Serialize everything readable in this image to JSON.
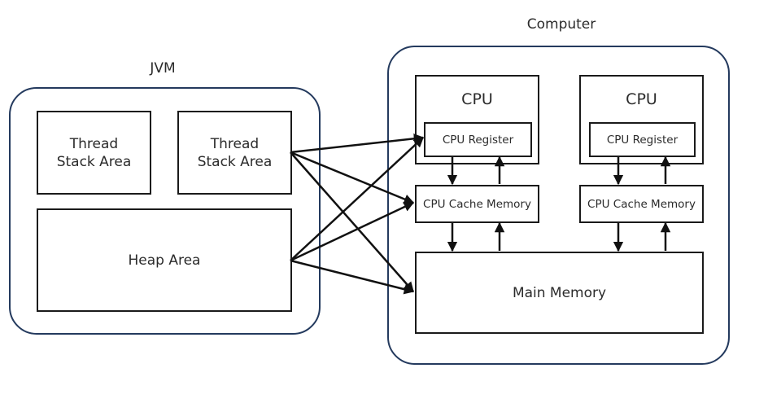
{
  "jvm": {
    "title": "JVM",
    "thread_stack_1": "Thread\nStack Area",
    "thread_stack_2": "Thread\nStack Area",
    "heap": "Heap Area"
  },
  "computer": {
    "title": "Computer",
    "cpus": [
      {
        "label": "CPU",
        "register": "CPU Register",
        "cache": "CPU Cache Memory"
      },
      {
        "label": "CPU",
        "register": "CPU Register",
        "cache": "CPU Cache Memory"
      }
    ],
    "main_memory": "Main Memory"
  },
  "connections": [
    {
      "from": "thread_stack_2",
      "to": "cpu_1_register"
    },
    {
      "from": "thread_stack_2",
      "to": "cpu_1_cache"
    },
    {
      "from": "thread_stack_2",
      "to": "main_memory"
    },
    {
      "from": "heap",
      "to": "cpu_1_register"
    },
    {
      "from": "heap",
      "to": "cpu_1_cache"
    },
    {
      "from": "heap",
      "to": "main_memory"
    }
  ],
  "colors": {
    "container_border": "#243a5e",
    "box_border": "#1a1a1a"
  }
}
